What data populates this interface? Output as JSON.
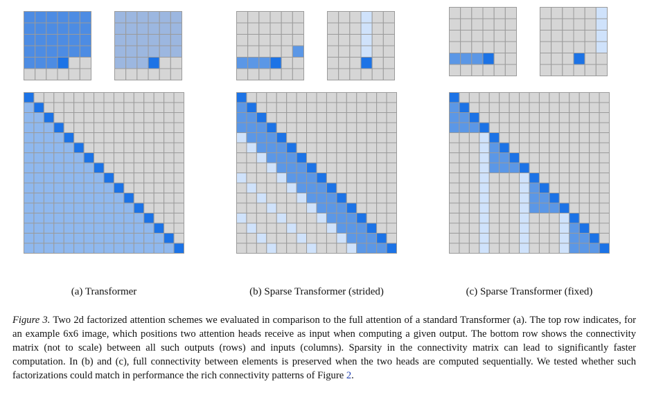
{
  "colors": {
    "empty": "#d6d6d6",
    "grid_line": "#9a9a9a",
    "output": "#1c73e6",
    "head1_transformer": "#4d8ce3",
    "head2_transformer": "#9cb7e0",
    "lower_triangle": "#8fb8ee",
    "head1_sparse": "#5b97e6",
    "head2_sparse": "#cfe2fb"
  },
  "panels": [
    {
      "id": "transformer",
      "label": "(a)  Transformer",
      "small_grids": [
        {
          "name": "head-1",
          "size": 6,
          "output": [
            4,
            3
          ],
          "head_cells": "all-before-output"
        },
        {
          "name": "head-2",
          "size": 6,
          "output": [
            4,
            3
          ],
          "head_cells": "all-before-output"
        }
      ],
      "matrix": {
        "size": 16,
        "pattern": "full-causal"
      }
    },
    {
      "id": "strided",
      "label": "(b)  Sparse Transformer (strided)",
      "small_grids": [
        {
          "name": "head-1",
          "size": 6,
          "output": [
            4,
            3
          ],
          "head_cells": "previous-4"
        },
        {
          "name": "head-2",
          "size": 6,
          "output": [
            4,
            3
          ],
          "head_cells": "column"
        }
      ],
      "matrix": {
        "size": 16,
        "pattern": "strided",
        "stride": 4
      }
    },
    {
      "id": "fixed",
      "label": "(c)  Sparse Transformer (fixed)",
      "small_grids": [
        {
          "name": "head-1",
          "size": 6,
          "output": [
            4,
            3
          ],
          "head_cells": "row-block"
        },
        {
          "name": "head-2",
          "size": 6,
          "output": [
            4,
            3
          ],
          "head_cells": "last-column"
        }
      ],
      "matrix": {
        "size": 16,
        "pattern": "fixed",
        "block": 4
      }
    }
  ],
  "caption": {
    "figure_label": "Figure 3.",
    "text": " Two 2d factorized attention schemes we evaluated in comparison to the full attention of a standard Transformer (a). The top row indicates, for an example 6x6 image, which positions two attention heads receive as input when computing a given output. The bottom row shows the connectivity matrix (not to scale) between all such outputs (rows) and inputs (columns). Sparsity in the connectivity matrix can lead to significantly faster computation. In (b) and (c), full connectivity between elements is preserved when the two heads are computed sequentially. We tested whether such factorizations could match in performance the rich connectivity patterns of Figure ",
    "figure_ref": "2",
    "end": "."
  }
}
